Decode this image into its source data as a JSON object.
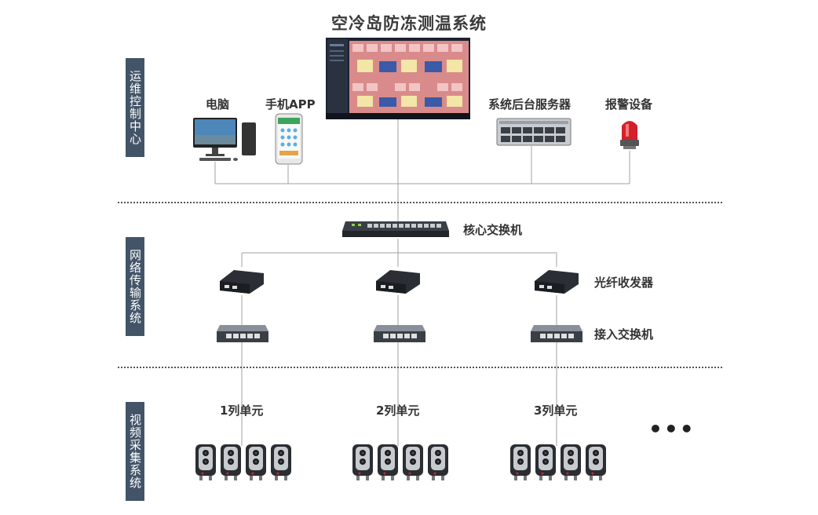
{
  "title": "空冷岛防冻测温系统",
  "sections": {
    "ops": "运维控制中心",
    "network": "网络传输系统",
    "video": "视频采集系统"
  },
  "ops_devices": {
    "pc": "电脑",
    "app": "手机APP",
    "server": "系统后台服务器",
    "alarm": "报警设备"
  },
  "network_devices": {
    "core_switch": "核心交换机",
    "fiber": "光纤收发器",
    "access_switch": "接入交换机"
  },
  "columns": [
    "1列单元",
    "2列单元",
    "3列单元"
  ],
  "more": "•••",
  "colors": {
    "sidebar": "#435468",
    "line": "#999999"
  }
}
